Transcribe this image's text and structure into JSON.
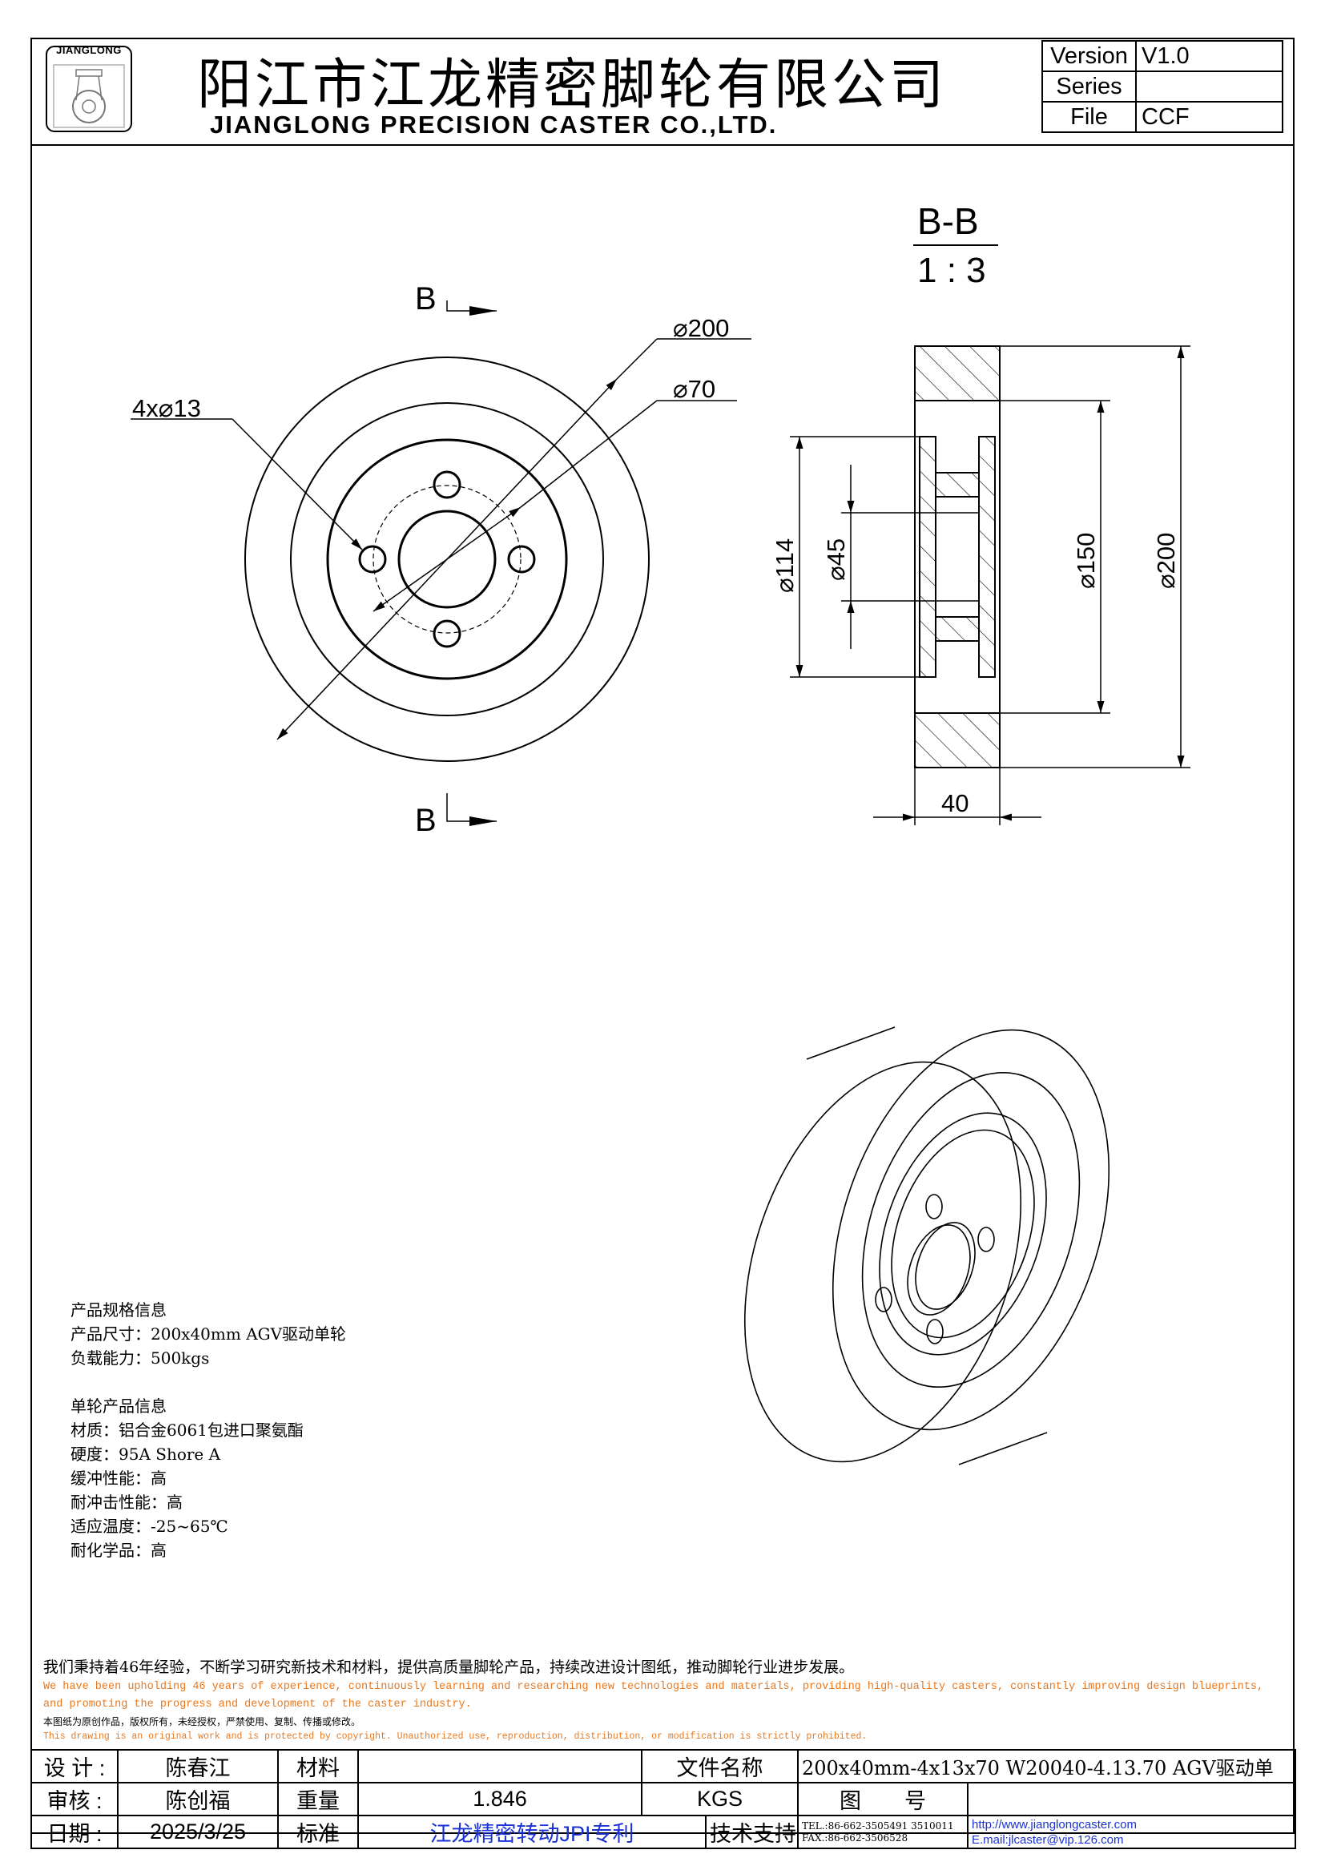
{
  "header": {
    "logo_text": "JIANGLONG",
    "company_cn": "阳江市江龙精密脚轮有限公司",
    "company_en": "JIANGLONG PRECISION CASTER CO.,LTD.",
    "meta": [
      {
        "key": "Version",
        "value": "V1.0"
      },
      {
        "key": "Series",
        "value": ""
      },
      {
        "key": "File",
        "value": "CCF"
      }
    ]
  },
  "drawing": {
    "section_label": "B-B",
    "scale": "1 : 3",
    "cut_marker": "B",
    "front_view": {
      "dim_hole": "4x⌀13",
      "dim_outer": "⌀200",
      "dim_pcd": "⌀70"
    },
    "section_view": {
      "dim_hub": "⌀114",
      "dim_bore": "⌀45",
      "dim_rim": "⌀150",
      "dim_outer": "⌀200",
      "dim_width": "40"
    }
  },
  "specs": {
    "product_heading": "产品规格信息",
    "size": "产品尺寸：200x40mm AGV驱动单轮",
    "load": "负载能力：500kgs",
    "wheel_heading": "单轮产品信息",
    "material": "材质：铝合金6061包进口聚氨酯",
    "hardness": "硬度：95A Shore A",
    "cushion": "缓冲性能：高",
    "impact": "耐冲击性能：高",
    "temperature": "适应温度：-25~65℃",
    "chemical": "耐化学品：高"
  },
  "notes": {
    "cn_commitment": "我们秉持着46年经验，不断学习研究新技术和材料，提供高质量脚轮产品，持续改进设计图纸，推动脚轮行业进步发展。",
    "en_commitment_1": "We have been upholding 46 years of experience, continuously learning and researching new technologies and materials, providing high-quality casters, constantly improving design blueprints,",
    "en_commitment_2": "and promoting the progress and development of the caster industry.",
    "cn_copyright": "本图纸为原创作品，版权所有，未经授权，严禁使用、复制、传播或修改。",
    "en_copyright": "This drawing is an original work and is protected by copyright. Unauthorized use, reproduction, distribution, or modification is strictly prohibited."
  },
  "title_block": {
    "design_label": "设 计 :",
    "designer": "陈春江",
    "material_label": "材料",
    "material_value": "",
    "filename_label": "文件名称",
    "filename": "200x40mm-4x13x70 W20040-4.13.70 AGV驱动单",
    "review_label": "审核 :",
    "reviewer": "陈创福",
    "weight_label": "重量",
    "weight": "1.846",
    "weight_unit": "KGS",
    "drawing_no_label": "图　　号",
    "drawing_no": "",
    "date_label": "日期 :",
    "date": "2025/3/25",
    "standard_label": "标准",
    "standard": "江龙精密转动JPI专利",
    "support_label": "技术支持",
    "tel": "TEL.:86-662-3505491 3510011",
    "fax": "FAX.:86-662-3506528",
    "website": "http://www.jianglongcaster.com",
    "email": "E.mail:jlcaster@vip.126.com"
  }
}
